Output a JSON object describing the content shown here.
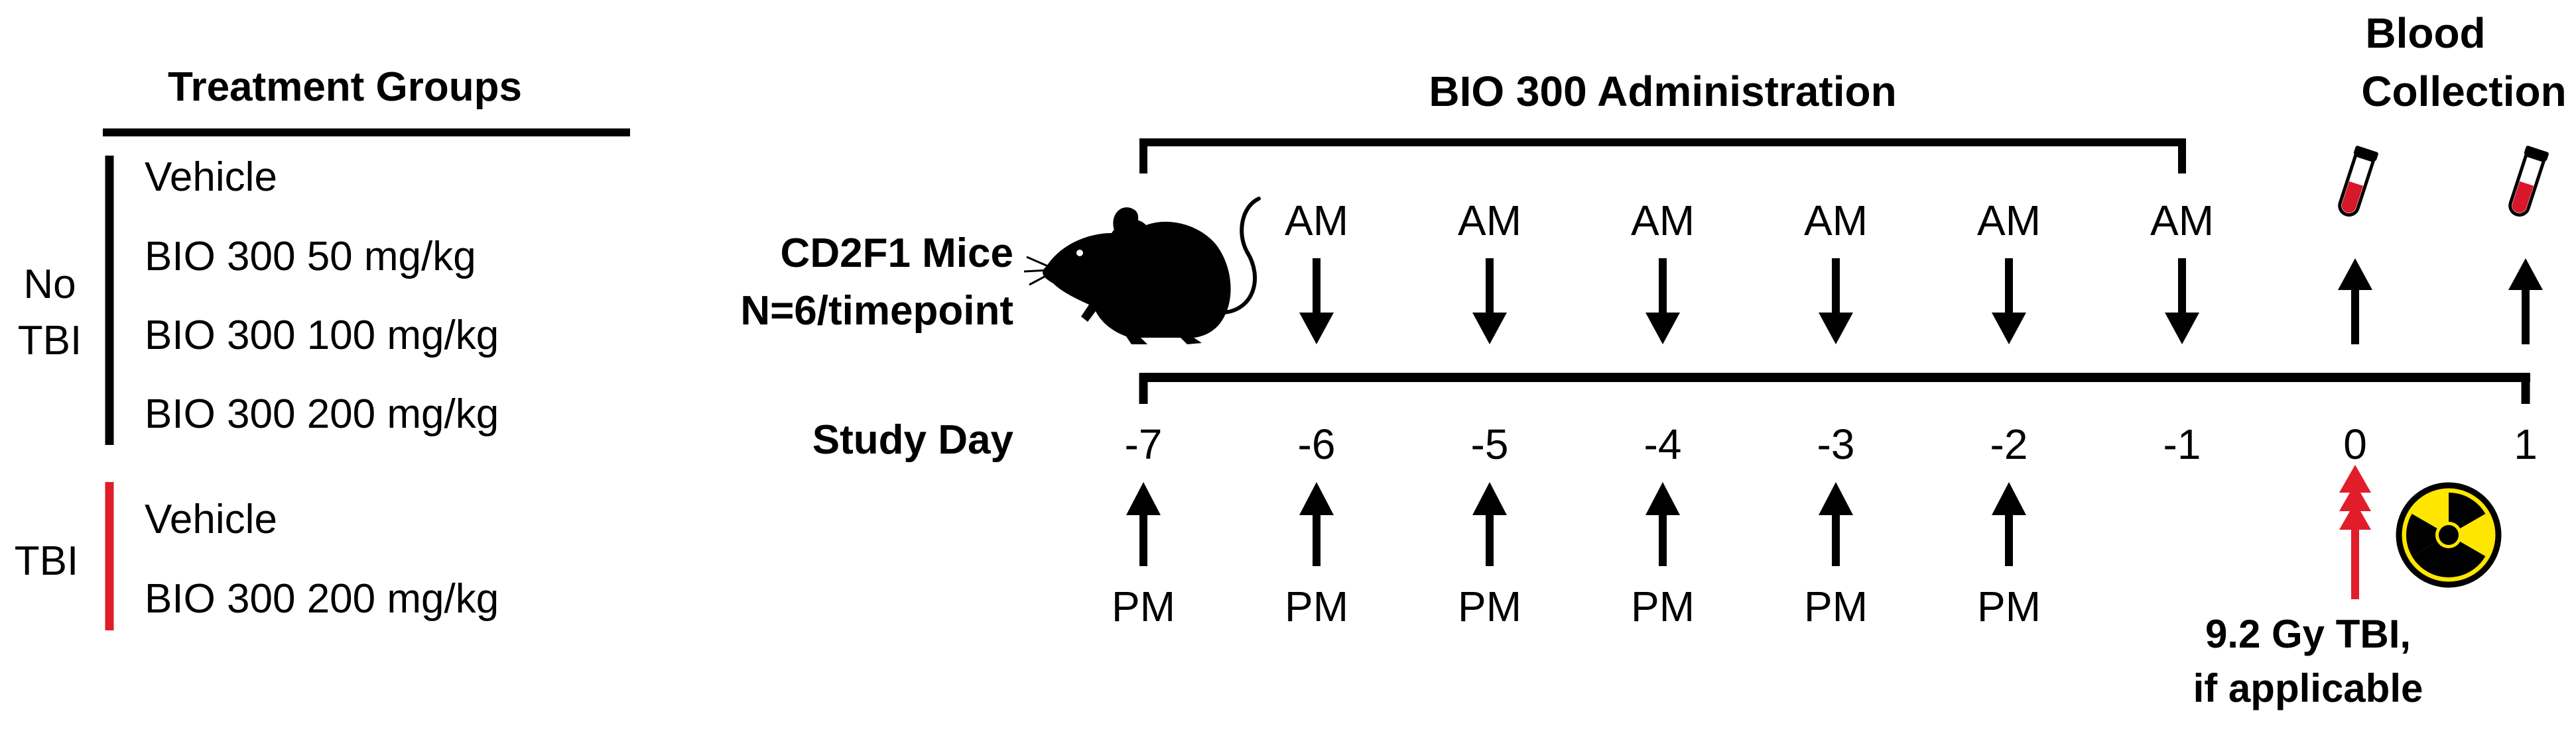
{
  "colors": {
    "ink": "#000000",
    "tbi_accent": "#e11d2a",
    "blood": "#d7182a",
    "radiation_fill": "#ffe600"
  },
  "treatment_groups": {
    "title": "Treatment Groups",
    "no_tbi": {
      "label_line1": "No",
      "label_line2": "TBI",
      "items": [
        "Vehicle",
        "BIO 300 50 mg/kg",
        "BIO 300 100 mg/kg",
        "BIO 300 200 mg/kg"
      ]
    },
    "tbi": {
      "label": "TBI",
      "items": [
        "Vehicle",
        "BIO 300 200 mg/kg"
      ]
    }
  },
  "timeline": {
    "administration_label": "BIO 300 Administration",
    "blood_collection_line1": "Blood",
    "blood_collection_line2": "Collection",
    "mice_line1": "CD2F1 Mice",
    "mice_line2": "N=6/timepoint",
    "study_day_label": "Study Day",
    "am_label": "AM",
    "pm_label": "PM",
    "days": [
      "-7",
      "-6",
      "-5",
      "-4",
      "-3",
      "-2",
      "-1",
      "0",
      "1"
    ],
    "am_days": [
      "-6",
      "-5",
      "-4",
      "-3",
      "-2",
      "-1"
    ],
    "pm_days": [
      "-7",
      "-6",
      "-5",
      "-4",
      "-3",
      "-2"
    ],
    "blood_days": [
      "0",
      "1"
    ],
    "irradiation_day": "0",
    "irradiation_line1": "9.2 Gy TBI,",
    "irradiation_line2": "if applicable"
  },
  "icons": {
    "mouse": "mouse-icon",
    "blood_tube": "blood-tube-icon",
    "radiation": "radiation-icon"
  }
}
